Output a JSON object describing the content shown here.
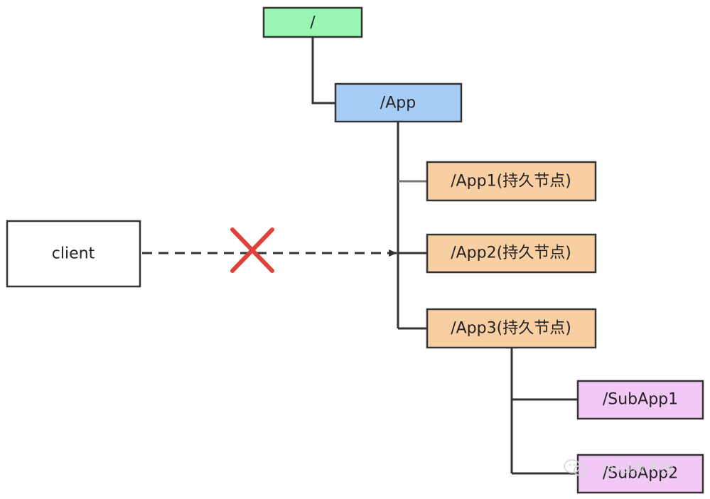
{
  "nodes": {
    "root": {
      "label": "/",
      "fill": "#98f5b3"
    },
    "app": {
      "label": "/App",
      "fill": "#a6cdf6"
    },
    "app1": {
      "label": "/App1(持久节点)",
      "fill": "#f8cfa3"
    },
    "app2": {
      "label": "/App2(持久节点)",
      "fill": "#f8cfa3"
    },
    "app3": {
      "label": "/App3(持久节点)",
      "fill": "#f8cfa3"
    },
    "subapp1": {
      "label": "/SubApp1",
      "fill": "#f2c8f6"
    },
    "subapp2": {
      "label": "/SubApp2",
      "fill": "#f2c8f6"
    },
    "client": {
      "label": "client",
      "fill": "#ffffff"
    }
  },
  "colors": {
    "line": "#333333",
    "blocked_mark": "#e0403a"
  },
  "watermark": {
    "text": "Java技术栈",
    "icon": "wechat-icon"
  }
}
